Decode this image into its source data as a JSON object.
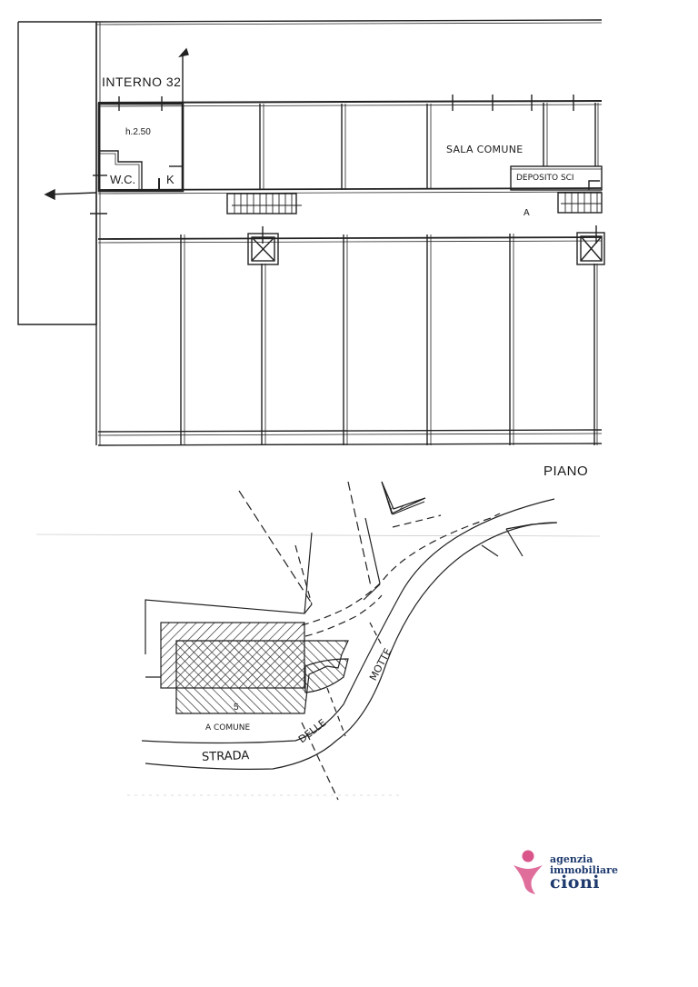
{
  "floor_plan": {
    "unit_label": "INTERNO 32",
    "ceiling_height": "h.2.50",
    "rooms": {
      "wc": "W.C.",
      "kitchen": "K",
      "common_room": "SALA COMUNE",
      "ski_storage": "DEPOSITO SCI",
      "corridor": "A"
    },
    "floor_label": "PIANO"
  },
  "site_plan": {
    "area_label": "A COMUNE",
    "building_number": "5",
    "street_words": [
      "STRADA",
      "DELLE",
      "MOTTE"
    ]
  },
  "logo": {
    "line1": "agenzia",
    "line2": "immobiliare",
    "line3": "cioni",
    "colors": {
      "mark": "#d9558a",
      "text": "#1e3a6e"
    }
  }
}
